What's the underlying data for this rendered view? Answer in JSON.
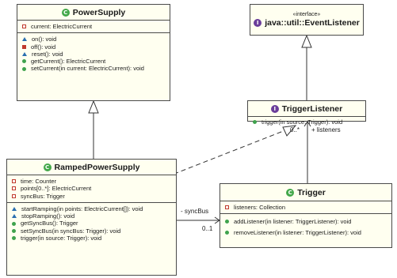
{
  "classes": {
    "power_supply": {
      "name": "PowerSupply",
      "attributes": [
        "current: ElectricCurrent"
      ],
      "methods": [
        "on(): void",
        "off(): void",
        "reset(): void",
        "getCurrent(): ElectricCurrent",
        "setCurrent(in current: ElectricCurrent): void"
      ]
    },
    "event_listener": {
      "stereotype": "«interface»",
      "name": "java::util::EventListener"
    },
    "trigger_listener": {
      "name": "TriggerListener",
      "methods": [
        "trigger(in source: Trigger): void"
      ]
    },
    "ramped": {
      "name": "RampedPowerSupply",
      "attributes": [
        "time: Counter",
        "points[0..*]: ElectricCurrent",
        "syncBus: Trigger"
      ],
      "methods": [
        "startRamping(in points: ElectricCurrent[]): void",
        "stopRamping(): void",
        "getSyncBus(): Trigger",
        "setSyncBus(in syncBus: Trigger): void",
        "trigger(in source: Trigger): void"
      ]
    },
    "trigger": {
      "name": "Trigger",
      "attributes": [
        "listeners: Collection"
      ],
      "methods": [
        "addListener(in listener: TriggerListener): void",
        "removeListener(in listener: TriggerListener): void"
      ]
    }
  },
  "labels": {
    "listeners_mult": "0..*",
    "listeners_role": "+ listeners",
    "syncbus_role": "- syncBus",
    "syncbus_mult": "0..1"
  }
}
